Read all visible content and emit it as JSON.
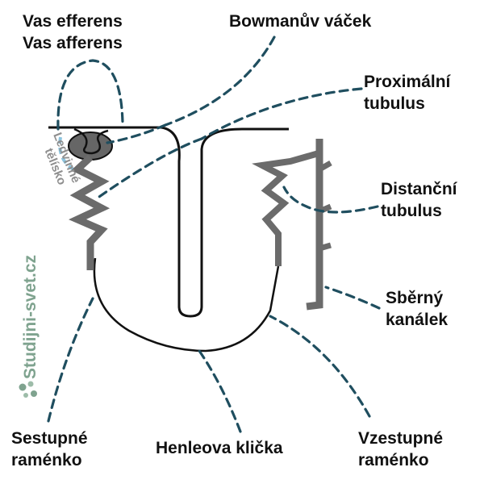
{
  "labels": {
    "vas_efferens": "Vas efferens",
    "vas_afferens": "Vas afferens",
    "bowman": "Bowmanův váček",
    "proximal_line1": "Proximální",
    "proximal_line2": "tubulus",
    "ledvinne_line1": "Ledvinné",
    "ledvinne_line2": "tělísko",
    "distal_line1": "Distanční",
    "distal_line2": "tubulus",
    "collecting_line1": "Sběrný",
    "collecting_line2": "kanálek",
    "descending_line1": "Sestupné",
    "descending_line2": "raménko",
    "henle": "Henleova klička",
    "ascending_line1": "Vzestupné",
    "ascending_line2": "raménko"
  },
  "watermark": "Studijni-svet.cz",
  "colors": {
    "text": "#111111",
    "leader_line": "#1f4e5f",
    "tubule_grey": "#6b6b6b",
    "outline": "#111111",
    "corpuscle_accent": "#8cc4de",
    "watermark": "#7fa38f"
  }
}
